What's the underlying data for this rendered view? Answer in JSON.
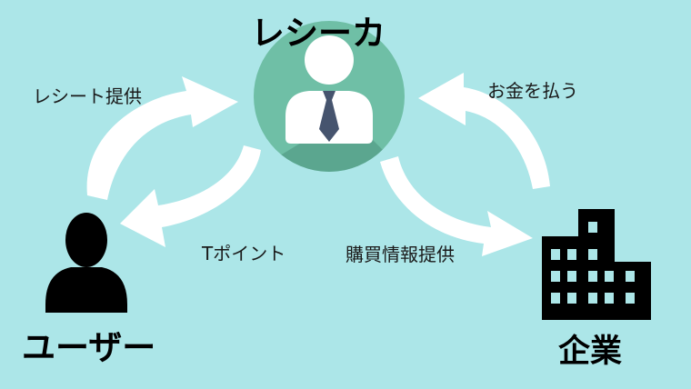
{
  "colors": {
    "background": "#ace6e8",
    "hub_circle": "#6fbfa6",
    "hub_shadow": "#4f9680",
    "tie": "#46546e",
    "arrow": "#ffffff",
    "icon": "#000000"
  },
  "nodes": {
    "hub": {
      "label": "レシーカ",
      "icon": "businessman-icon"
    },
    "user": {
      "label": "ユーザー",
      "icon": "user-icon"
    },
    "company": {
      "label": "企業",
      "icon": "building-icon"
    }
  },
  "edges": {
    "receipt": {
      "label": "レシート提供"
    },
    "tpoint": {
      "label": "Tポイント"
    },
    "pay": {
      "label": "お金を払う"
    },
    "purchase_data": {
      "label": "購買情報提供"
    }
  }
}
